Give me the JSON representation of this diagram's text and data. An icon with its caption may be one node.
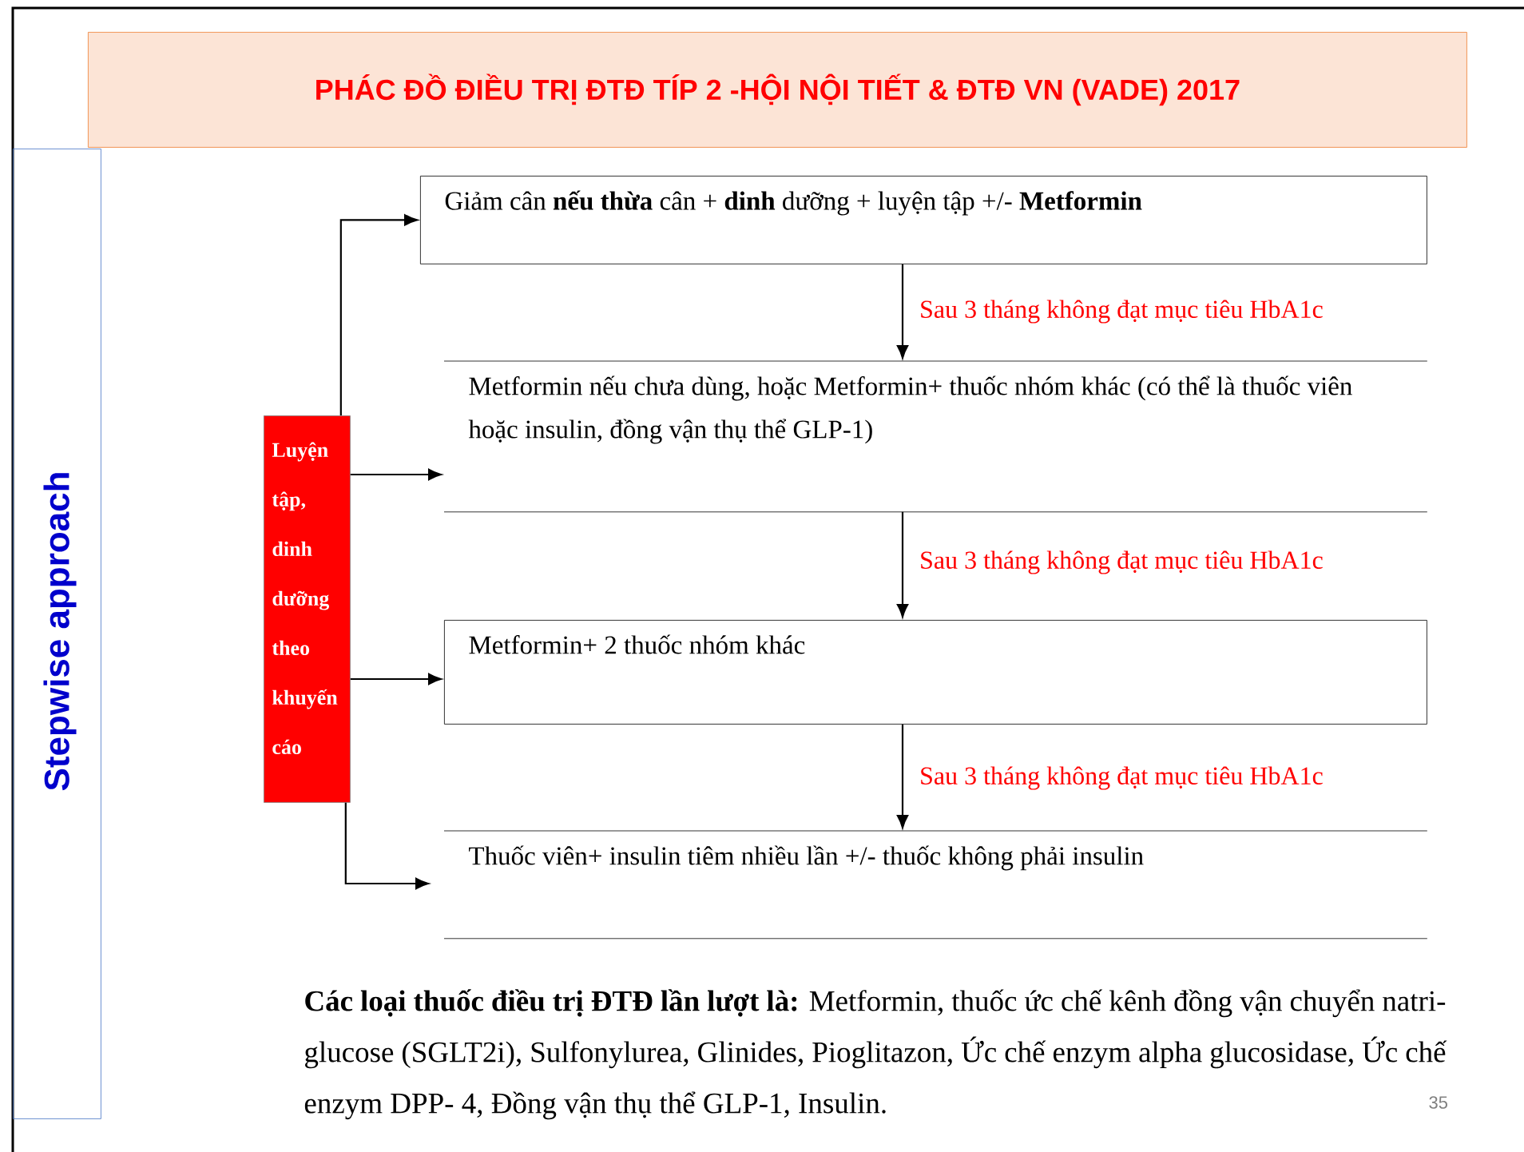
{
  "diagram": {
    "title": "PHÁC ĐỒ ĐIỀU TRỊ ĐTĐ TÍP 2 -HỘI NỘI TIẾT & ĐTĐ VN (VADE) 2017",
    "nodes": [
      {
        "text": [
          "Stepwise approach"
        ]
      },
      {
        "text": [
          "Luyện tập, dinh dưỡng theo khuyến cáo"
        ]
      },
      {
        "text": [
          "Giảm cân **nếu thừa** cân + **dinh** dưỡng + luyện tập +/- **Metformin**"
        ]
      },
      {
        "text": [
          "Metformin nếu chưa dùng, hoặc Metformin+ thuốc nhóm khác (có thể là thuốc viên hoặc insulin, đồng vận thụ thể GLP-1)"
        ]
      },
      {
        "text": [
          "Metformin+ 2 thuốc nhóm khác"
        ]
      },
      {
        "text": [
          "Thuốc viên+ insulin tiêm nhiều lần +/- thuốc không phải insulin"
        ]
      }
    ],
    "edges": [
      {
        "from": 2,
        "to": 3,
        "arrow": "to",
        "label": "Sau 3 tháng không đạt mục tiêu HbA1c"
      },
      {
        "from": 3,
        "to": 4,
        "arrow": "to",
        "label": "Sau 3 tháng không đạt mục tiêu HbA1c"
      },
      {
        "from": 4,
        "to": 5,
        "arrow": "to",
        "label": "Sau 3 tháng không đạt mục tiêu HbA1c"
      },
      {
        "from": 1,
        "to": 2,
        "arrow": "to"
      },
      {
        "from": 1,
        "to": 3,
        "arrow": "to"
      },
      {
        "from": 1,
        "to": 4,
        "arrow": "to"
      },
      {
        "from": 1,
        "to": 5,
        "arrow": "to"
      }
    ],
    "labels": [
      "**Các loại thuốc điều trị ĐTĐ lần lượt là:** Metformin, thuốc ức chế kênh đồng vận chuyển natri-glucose (SGLT2i), Sulfonylurea, Glinides, Pioglitazon, Ức chế enzym alpha glucosidase, Ức chế enzym DPP- 4, Đồng vận thụ thể GLP-1, Insulin.",
      "35"
    ]
  }
}
